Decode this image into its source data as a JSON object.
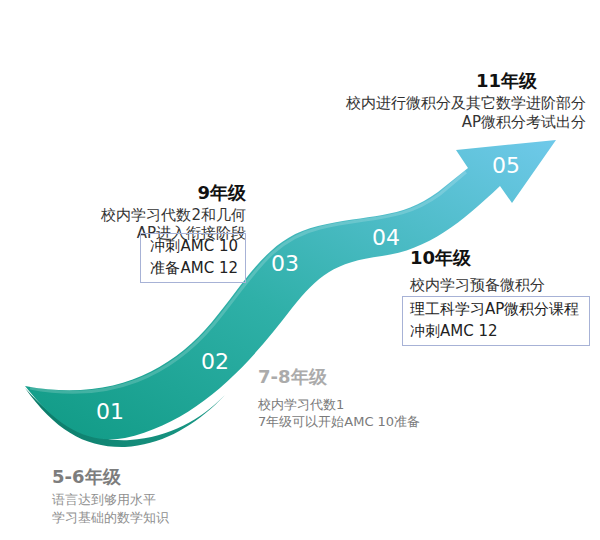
{
  "diagram": {
    "nodes": [
      {
        "text": [
          "冲刺AMC 10",
          "准备AMC 12"
        ]
      },
      {
        "text": [
          "理工科学习AP微积分课程",
          "冲刺AMC 12"
        ]
      }
    ],
    "labels": [
      "5-6年级",
      "语言达到够用水平",
      "学习基础的数学知识",
      "01",
      "02",
      "7-8年级",
      "校内学习代数1",
      "7年级可以开始AMC 10准备",
      "03",
      "9年级",
      "校内学习代数2和几何",
      "AP进入衔接阶段",
      "04",
      "10年级",
      "校内学习预备微积分",
      "05",
      "11年级",
      "校内进行微积分及其它数学进阶部分",
      "AP微积分考试出分"
    ]
  }
}
